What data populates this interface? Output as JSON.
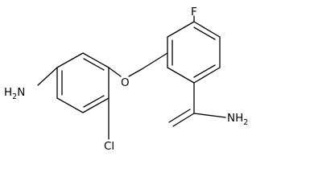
{
  "structure": {
    "atoms": {
      "fluorine": "F",
      "ether_oxygen": "O",
      "amine": {
        "element": "H",
        "count": "2",
        "tail": "N"
      },
      "chlorine": "Cl",
      "amide": {
        "head": "NH",
        "count": "2"
      }
    },
    "colors": {
      "bond": "#000000",
      "label": "#000000",
      "background": "#ffffff"
    }
  }
}
